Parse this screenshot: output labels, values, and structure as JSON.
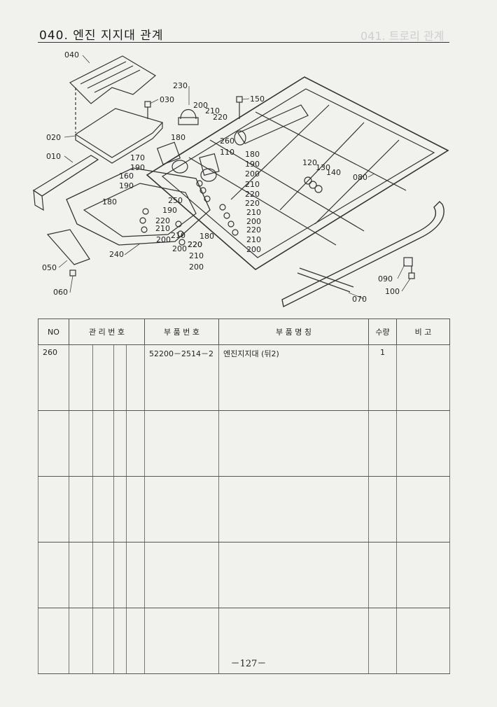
{
  "page": {
    "title": "040. 엔진 지지대 관계",
    "ghost_title": "041. 트로리 관계",
    "page_number": "－127－"
  },
  "diagram": {
    "callouts": [
      "040",
      "030",
      "230",
      "150",
      "200",
      "210",
      "220",
      "180",
      "260",
      "110",
      "020",
      "010",
      "170",
      "190",
      "160",
      "190",
      "180",
      "200",
      "190",
      "180",
      "120",
      "130",
      "140",
      "080",
      "210",
      "250",
      "220",
      "220",
      "220",
      "210",
      "190",
      "220",
      "210",
      "200",
      "200",
      "210",
      "220",
      "200",
      "180",
      "210",
      "220",
      "200",
      "210",
      "240",
      "050",
      "060",
      "200",
      "090",
      "100",
      "070"
    ]
  },
  "table": {
    "headers": {
      "no": "NO",
      "mgmt": "관 리 번 호",
      "part_no": "부 품 번 호",
      "part_name": "부 품 명 칭",
      "qty": "수량",
      "remark": "비 고"
    },
    "rows": [
      {
        "no": "260",
        "part_no": "52200－2514－2",
        "part_name": "엔진지지대 (뒤2)",
        "qty": "1",
        "remark": ""
      },
      {
        "no": "",
        "part_no": "",
        "part_name": "",
        "qty": "",
        "remark": ""
      },
      {
        "no": "",
        "part_no": "",
        "part_name": "",
        "qty": "",
        "remark": ""
      },
      {
        "no": "",
        "part_no": "",
        "part_name": "",
        "qty": "",
        "remark": ""
      },
      {
        "no": "",
        "part_no": "",
        "part_name": "",
        "qty": "",
        "remark": ""
      }
    ]
  }
}
